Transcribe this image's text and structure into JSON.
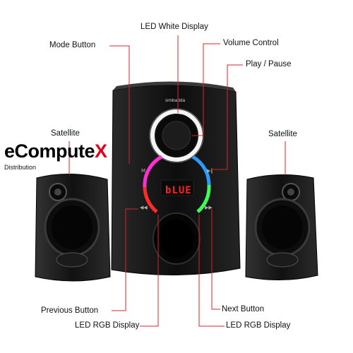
{
  "labels": {
    "led_white_display": "LED White Display",
    "mode_button": "Mode Button",
    "volume_control": "Volume Control",
    "play_pause": "Play / Pause",
    "satellite_left": "Satellite",
    "satellite_right": "Satellite",
    "previous_button": "Previous Button",
    "next_button": "Next Button",
    "led_rgb_display_left": "LED RGB Display",
    "led_rgb_display_right": "LED RGB Display"
  },
  "brand": {
    "name_part1": "eComputeX",
    "name_part2": "",
    "subtitle": "Distribution"
  },
  "device": {
    "display_text": "bLUE",
    "speaker_logo": "simbadda"
  },
  "colors": {
    "leader_line": "#d8242c",
    "brand_red": "#e0001b",
    "display_red": "#ff2020",
    "speaker_body": "#141414"
  }
}
